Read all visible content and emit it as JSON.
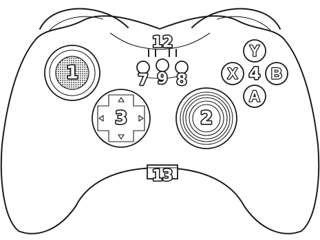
{
  "callouts": {
    "left_stick": "1",
    "right_stick": "2",
    "dpad": "3",
    "face_buttons": "4",
    "button_7": "7",
    "button_9": "9",
    "button_8": "8",
    "shoulder_12": "12",
    "connector_13": "13"
  },
  "face_letters": {
    "top": "Y",
    "left": "X",
    "right": "B",
    "bottom": "A"
  }
}
